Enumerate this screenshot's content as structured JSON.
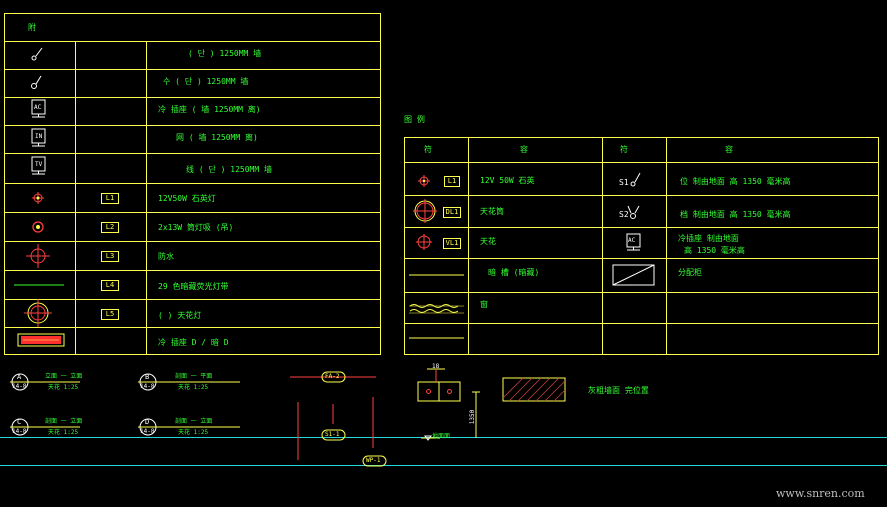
{
  "colors": {
    "background": "#000000",
    "line": "#ffff4d",
    "text_green": "#33ff33",
    "text_white": "#ffffff",
    "symbol_red": "#ff4040",
    "cyan": "#22d8d8"
  },
  "left_legend": {
    "header": "附",
    "rows": [
      {
        "icon": "switch-single-icon",
        "code": "",
        "desc": "( 단 )  1250MM  墙"
      },
      {
        "icon": "switch-double-icon",
        "code": "",
        "desc": "수          ( 단 )  1250MM  墙"
      },
      {
        "icon": "ac-socket-icon",
        "label": "AC",
        "code": "",
        "desc": "冷 插座 ( 墙 1250MM  离)"
      },
      {
        "icon": "network-socket-icon",
        "label": "IN",
        "code": "",
        "desc": "网      ( 墙 1250MM  离)"
      },
      {
        "icon": "tv-socket-icon",
        "label": "TV",
        "code": "",
        "desc": "线 ( 단 )  1250MM  墙"
      },
      {
        "icon": "downlight-icon",
        "code": "L1",
        "desc": "12V50W 石英灯"
      },
      {
        "icon": "ceiling-light-icon",
        "code": "L2",
        "desc": "2x13W  筒灯吸 (吊)"
      },
      {
        "icon": "pendant-light-icon",
        "code": "L3",
        "desc": "防水"
      },
      {
        "icon": "strip-light-icon",
        "code": "L4",
        "desc": "29 色暗藏荧光灯带"
      },
      {
        "icon": "ceiling-lamp-icon",
        "code": "L5",
        "desc": "(  )     天花灯"
      },
      {
        "icon": "panel-icon",
        "code": "",
        "desc": "冷 插座 D / 暗 D"
      }
    ]
  },
  "right_legend": {
    "title": "图 例",
    "headers": [
      "符",
      "容",
      "符",
      "容"
    ],
    "rows": [
      {
        "icon": "downlight-icon",
        "code": "L1",
        "desc": "12V  50W  石英",
        "sym": "S1",
        "desc2": "位   制由地面  高 1350  毫米高"
      },
      {
        "icon": "large-ceiling-lamp-icon",
        "code": "DL1",
        "desc": "天花筒",
        "sym": "S2",
        "desc2": "档   制由地面  高 1350  毫米高"
      },
      {
        "icon": "ceiling-lamp-icon",
        "code": "VL1",
        "desc": "天花",
        "sym": "AC",
        "desc2a": "冷插座      制由地面",
        "desc2b": "高 1350  毫米高"
      },
      {
        "icon": "line-icon",
        "desc": "暗  槽 (暗藏)",
        "sym": "",
        "desc2": "分配柜"
      },
      {
        "icon": "wave-icon",
        "desc": "窗",
        "sym": "",
        "desc2": ""
      },
      {
        "icon": "line-icon",
        "desc": "",
        "sym": "",
        "desc2": ""
      }
    ]
  },
  "bottom": {
    "markers": [
      {
        "letter": "A",
        "sub": "14-8",
        "line1": "立面  一  立面",
        "line2": "天花 1:25"
      },
      {
        "letter": "B",
        "sub": "14-8",
        "line1": "剖面  一  平面",
        "line2": "天花 1:25"
      },
      {
        "letter": "C",
        "sub": "14-8",
        "line1": "剖面  一  立面",
        "line2": "天花 1:25"
      },
      {
        "letter": "D",
        "sub": "14-8",
        "line1": "剖面  一  立面",
        "line2": "天花 1:25"
      }
    ],
    "tags": [
      "FA-2",
      "S1-1",
      "WP-1"
    ],
    "dims": {
      "top": "18",
      "side": "1350",
      "floor": "地面面"
    },
    "hatch_label": "灰粗墙面  完位置"
  },
  "watermark": "www.snren.com"
}
